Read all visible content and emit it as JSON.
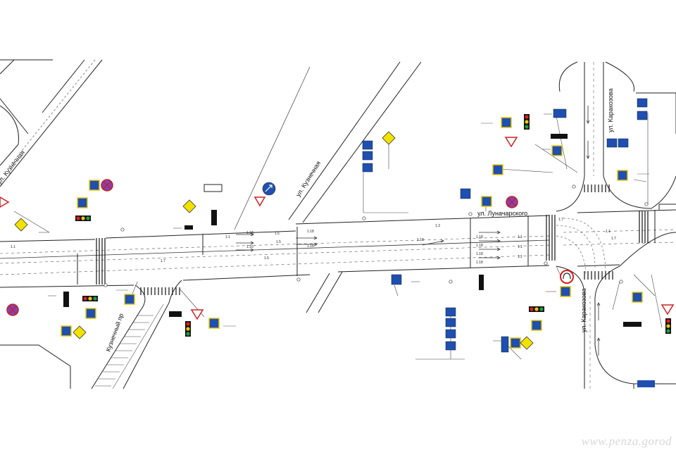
{
  "streets": {
    "kuznechnaya": "ул. Кузнечная",
    "lunacharskogo": "ул. Луначарского",
    "karakozova": "ул. Каракозова",
    "kuznechny_pr": "Кузнечный пр"
  },
  "marking_labels": [
    "1.1",
    "1.18",
    "1.16",
    "1.5",
    "1.7",
    "1.3"
  ],
  "watermark": "www.penza.gorod"
}
